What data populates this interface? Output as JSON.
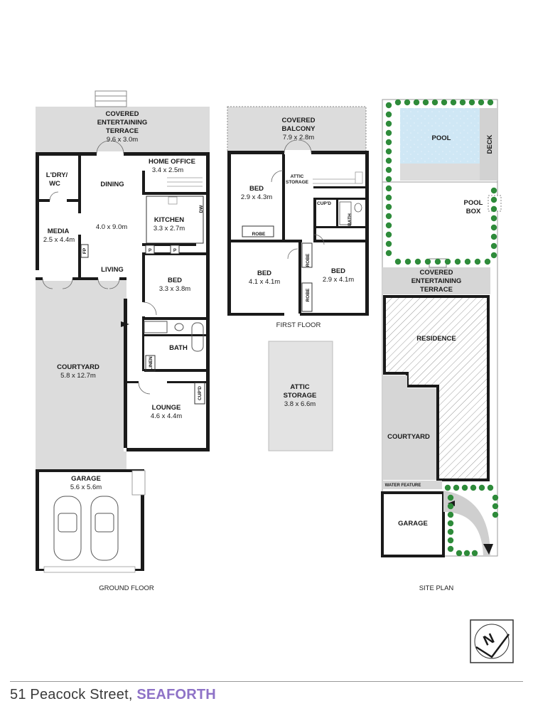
{
  "ground_floor": {
    "caption": "GROUND FLOOR",
    "rooms": {
      "terrace": {
        "name1": "COVERED",
        "name2": "ENTERTAINING",
        "name3": "TERRACE",
        "dims": "9.6 x 3.0m"
      },
      "laundry": {
        "name1": "L'DRY/",
        "name2": "WC"
      },
      "dining": {
        "name": "DINING"
      },
      "home_office": {
        "name": "HOME OFFICE",
        "dims": "3.4 x 2.5m"
      },
      "kitchen": {
        "name": "KITCHEN",
        "dims": "3.3 x 2.7m"
      },
      "dw": "DW",
      "living_dims": "4.0 x 9.0m",
      "living": {
        "name": "LIVING"
      },
      "media": {
        "name": "MEDIA",
        "dims": "2.5 x 4.4m"
      },
      "fp": "FP",
      "pantry1": "P",
      "pantry2": "P",
      "bed": {
        "name": "BED",
        "dims": "3.3 x 3.8m"
      },
      "bath": {
        "name": "BATH"
      },
      "linen": "LINEN",
      "cupd": "CUP'D",
      "courtyard": {
        "name": "COURTYARD",
        "dims": "5.8 x 12.7m"
      },
      "lounge": {
        "name": "LOUNGE",
        "dims": "4.6 x 4.4m"
      },
      "garage": {
        "name": "GARAGE",
        "dims": "5.6 x 5.6m"
      }
    }
  },
  "first_floor": {
    "caption": "FIRST FLOOR",
    "rooms": {
      "balcony": {
        "name1": "COVERED",
        "name2": "BALCONY",
        "dims": "7.9 x 2.8m"
      },
      "bed1": {
        "name": "BED",
        "dims": "2.9 x 4.3m"
      },
      "attic_storage_small1": "ATTIC",
      "attic_storage_small2": "STORAGE",
      "cupd": "CUP'D",
      "bath": "BATH",
      "robe1": "ROBE",
      "robe2": "ROBE",
      "robe3": "ROBE",
      "bed2": {
        "name": "BED",
        "dims": "4.1 x 4.1m"
      },
      "bed3": {
        "name": "BED",
        "dims": "2.9 x 4.1m"
      }
    },
    "attic": {
      "name1": "ATTIC",
      "name2": "STORAGE",
      "dims": "3.8 x 6.6m"
    }
  },
  "site_plan": {
    "caption": "SITE PLAN",
    "labels": {
      "pool": "POOL",
      "deck": "DECK",
      "pool_box1": "POOL",
      "pool_box2": "BOX",
      "terrace1": "COVERED",
      "terrace2": "ENTERTAINING",
      "terrace3": "TERRACE",
      "residence": "RESIDENCE",
      "courtyard": "COURTYARD",
      "water_feature": "WATER FEATURE",
      "garage": "GARAGE"
    }
  },
  "compass": {
    "letter": "N"
  },
  "footer": {
    "address": "51 Peacock Street, ",
    "suburb": "SEAFORTH"
  },
  "colors": {
    "suburb": "#8e72c7",
    "pool": "#cfe7f5",
    "hedge": "#2e8b3a",
    "outdoor": "#dcdcdc",
    "wall": "#1a1a1a"
  }
}
